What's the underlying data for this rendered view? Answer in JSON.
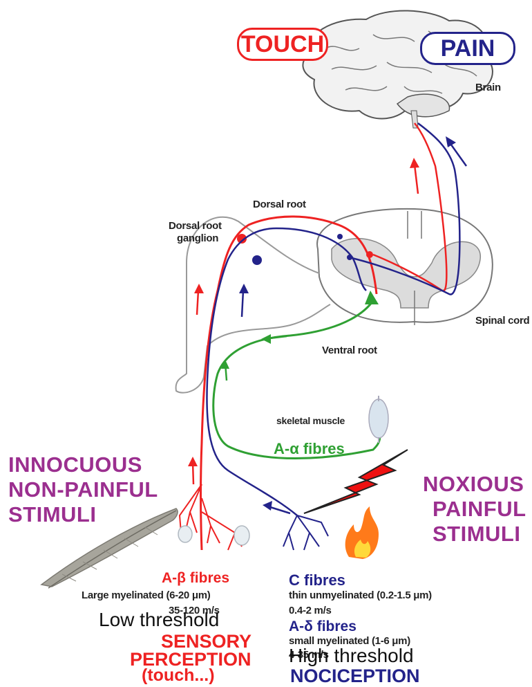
{
  "top_labels": {
    "touch": "TOUCH",
    "pain": "PAIN",
    "brain": "Brain"
  },
  "anatomy": {
    "dorsal_root": "Dorsal root",
    "dorsal_root_ganglion_1": "Dorsal root",
    "dorsal_root_ganglion_2": "ganglion",
    "spinal_cord": "Spinal cord",
    "ventral_root": "Ventral root",
    "skeletal_muscle": "skeletal muscle"
  },
  "fibres": {
    "a_alpha": "A-α fibres",
    "a_beta": {
      "name": "A-β fibres",
      "desc": "Large myelinated (6-20 μm)",
      "speed": "35-120 m/s"
    },
    "c": {
      "name": "C fibres",
      "desc": "thin unmyelinated (0.2-1.5 μm)",
      "speed": "0.4-2 m/s"
    },
    "a_delta": {
      "name": "A-δ fibres",
      "desc": "small myelinated (1-6 μm)",
      "speed": "4-35 m/s"
    }
  },
  "stimuli": {
    "innocuous": [
      "INNOCUOUS",
      "NON-PAINFUL",
      "STIMULI"
    ],
    "noxious": [
      "NOXIOUS",
      "PAINFUL",
      "STIMULI"
    ]
  },
  "outcomes": {
    "low_threshold": "Low threshold",
    "sensory": "SENSORY",
    "perception": "PERCEPTION",
    "touch_paren": "(touch...)",
    "high_threshold": "High threshold",
    "nociception": "NOCICEPTION"
  },
  "colors": {
    "touch": "#ee2222",
    "pain": "#23238a",
    "motor": "#2fa033",
    "stimuli_text": "#9b2f8f"
  }
}
